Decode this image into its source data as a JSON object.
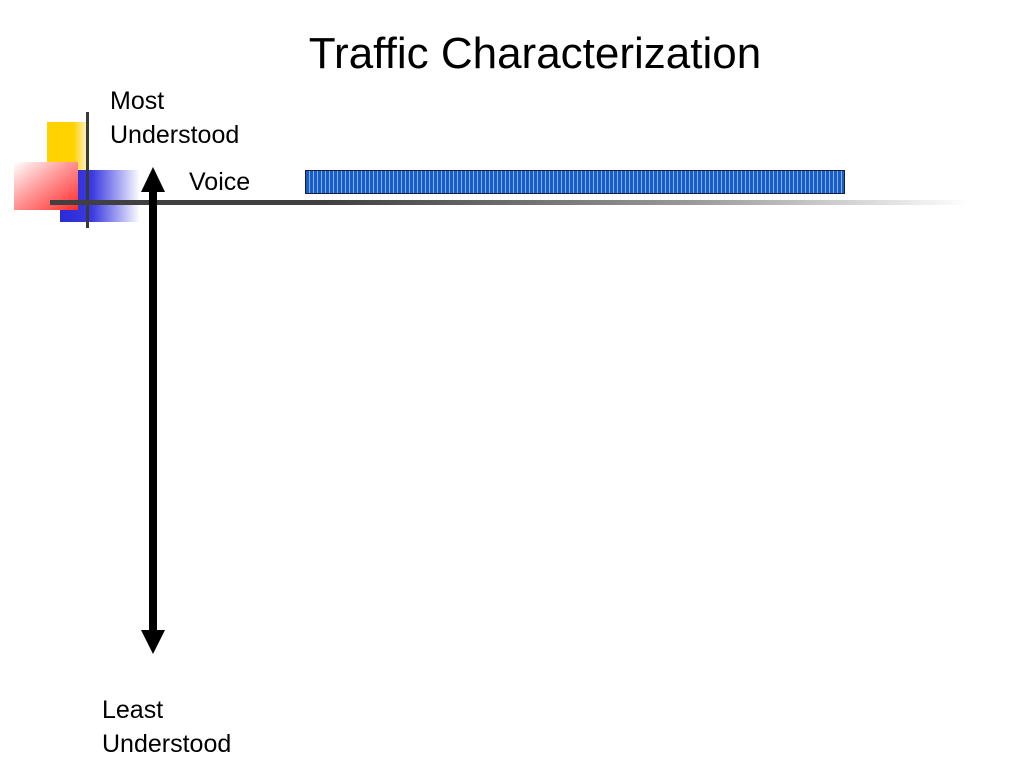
{
  "slide": {
    "title": "Traffic Characterization",
    "top_label_line1": "Most",
    "top_label_line2": "Understood",
    "bottom_label_line1": "Least",
    "bottom_label_line2": "Understood",
    "voice_label": "Voice"
  },
  "colors": {
    "voice_bar": "#1a5cc8",
    "accent_yellow": "#ffd200",
    "accent_red": "#ff2a2a",
    "accent_blue": "#2a2ad8"
  }
}
